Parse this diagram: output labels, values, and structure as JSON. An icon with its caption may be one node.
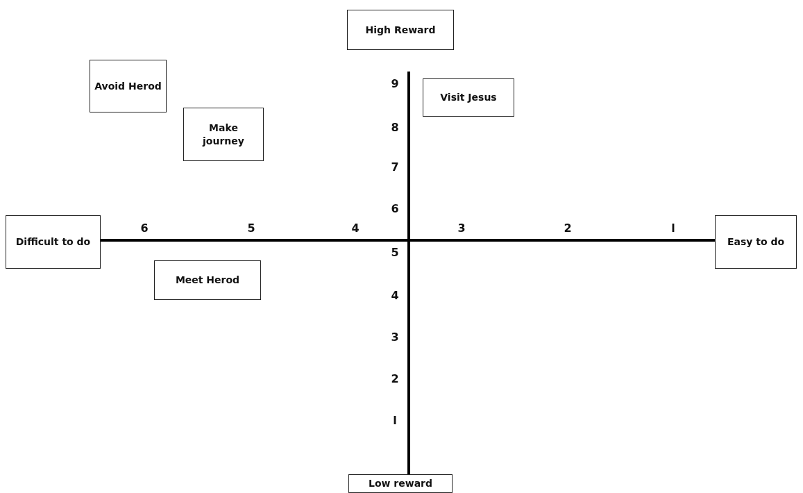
{
  "diagram": {
    "nodes": [
      {
        "text": [
          "High Reward"
        ]
      },
      {
        "text": [
          "Avoid Herod"
        ]
      },
      {
        "text": [
          "Visit Jesus"
        ]
      },
      {
        "text": [
          "Make journey"
        ]
      },
      {
        "text": [
          "Difficult to do"
        ]
      },
      {
        "text": [
          "Easy to do"
        ]
      },
      {
        "text": [
          "Meet Herod"
        ]
      },
      {
        "text": [
          "Low reward"
        ]
      }
    ],
    "labels": [
      "9",
      "8",
      "7",
      "6",
      "6",
      "5",
      "4",
      "3",
      "2",
      "l",
      "5",
      "4",
      "3",
      "2",
      "l"
    ]
  }
}
